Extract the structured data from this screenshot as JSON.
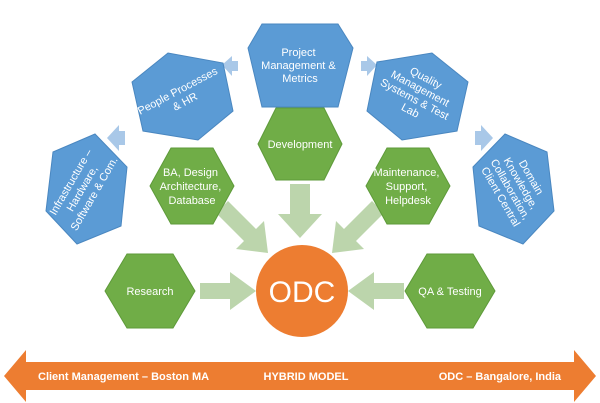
{
  "colors": {
    "blue": "#5b9bd5",
    "blue_stroke": "#4a87c0",
    "green": "#70ad47",
    "green_stroke": "#5e9a3a",
    "arrow_green": "#bcd5ac",
    "connector_blue": "#a9c8e8",
    "center": "#ed7d31",
    "bar": "#ed7d31"
  },
  "blue_nodes": [
    {
      "lines": [
        "Infrastructure –",
        "Hardware,",
        "Software & Com."
      ]
    },
    {
      "lines": [
        "People Processes",
        "& HR"
      ]
    },
    {
      "lines": [
        "Project",
        "Management &",
        "Metrics"
      ]
    },
    {
      "lines": [
        "Quality",
        "Management",
        "Systems & Test",
        "Lab"
      ]
    },
    {
      "lines": [
        "Domain",
        "Knowledge,",
        "Collaboration,",
        "Client Central"
      ]
    }
  ],
  "green_nodes": [
    {
      "lines": [
        "Development"
      ]
    },
    {
      "lines": [
        "BA, Design",
        "Architecture,",
        "Database"
      ]
    },
    {
      "lines": [
        "Maintenance,",
        "Support,",
        "Helpdesk"
      ]
    },
    {
      "lines": [
        "Research"
      ]
    },
    {
      "lines": [
        "QA & Testing"
      ]
    }
  ],
  "center": {
    "label": "ODC"
  },
  "bottom_bar": {
    "left": "Client Management – Boston MA",
    "middle": "HYBRID MODEL",
    "right": "ODC – Bangalore, India"
  }
}
